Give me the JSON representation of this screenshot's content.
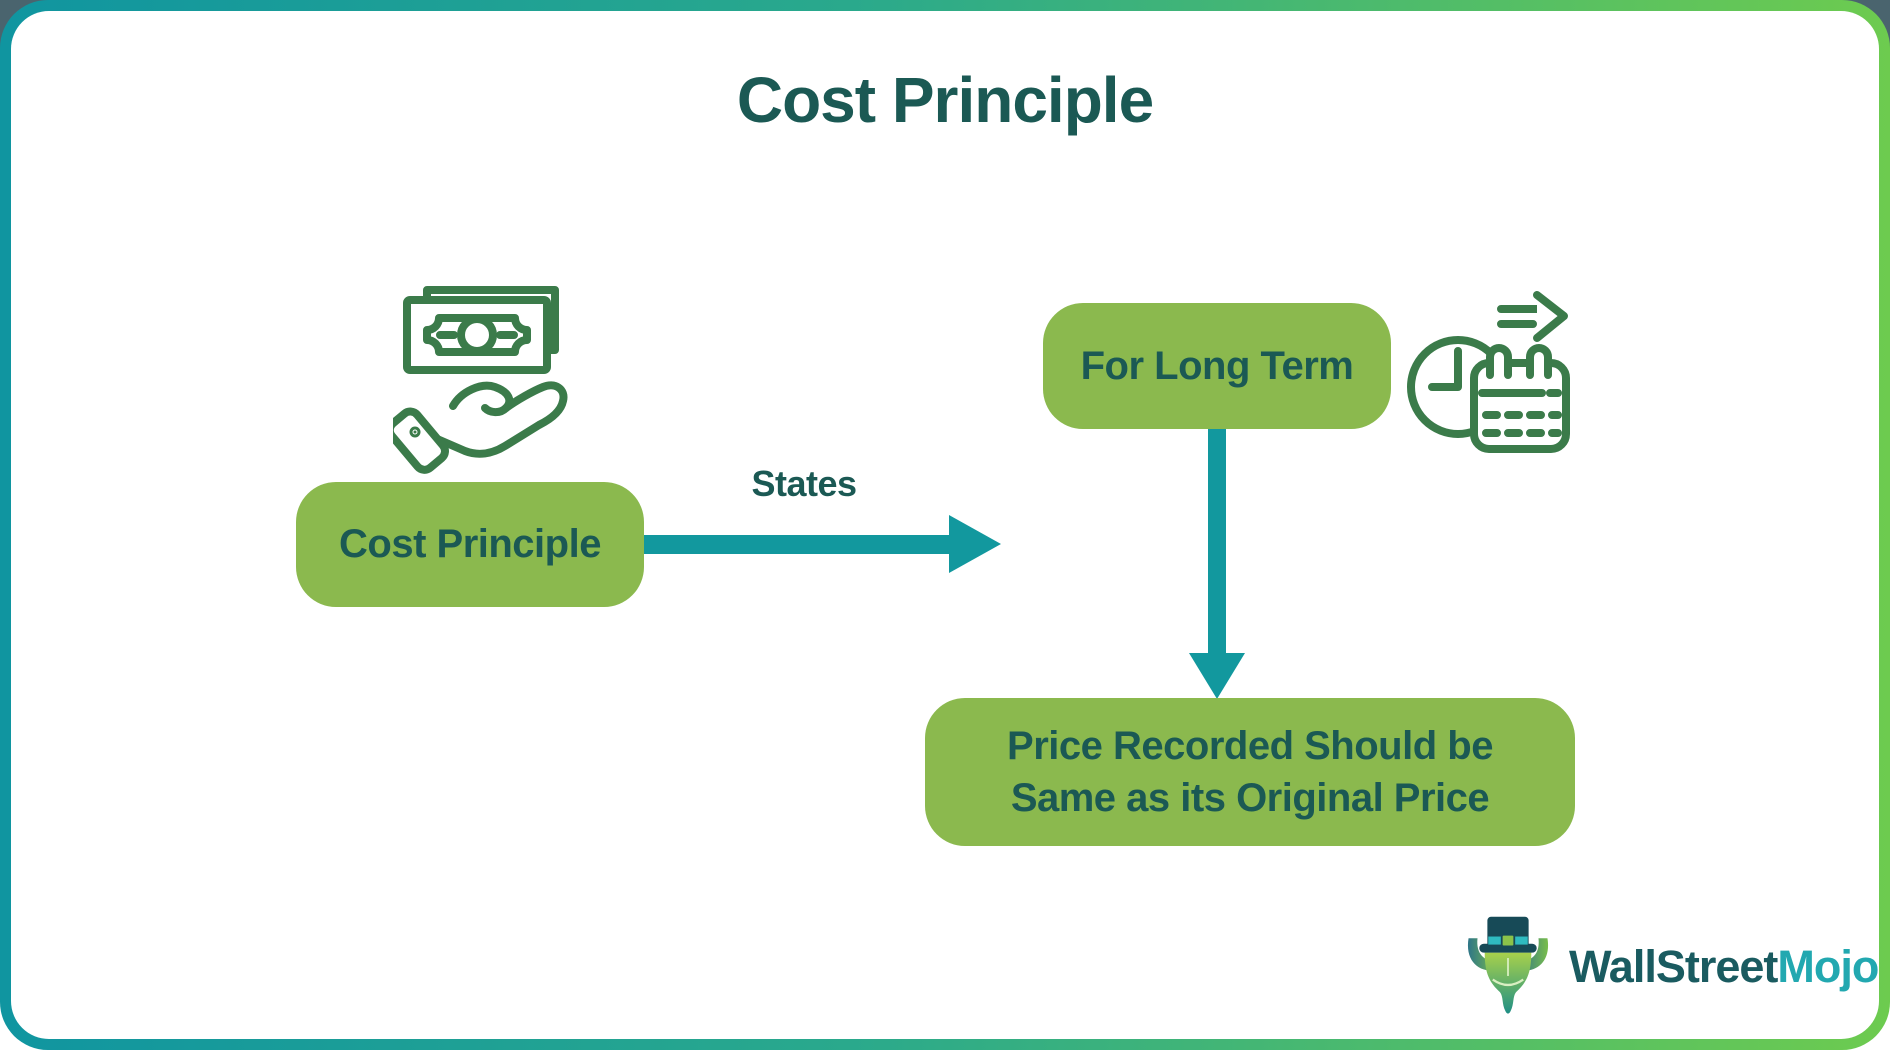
{
  "title": "Cost Principle",
  "diagram": {
    "left_box": {
      "label": "Cost Principle"
    },
    "arrow_label": "States",
    "top_box": {
      "label": "For Long Term"
    },
    "bottom_box": {
      "line1": "Price Recorded Should be",
      "line2": "Same as its Original Price"
    }
  },
  "branding": {
    "wallstreet": "WallStreet",
    "mojo": "Mojo"
  },
  "icons": {
    "money_in_hand": "money-in-hand-icon",
    "clock_calendar_arrow": "clock-calendar-arrow-icon",
    "bull_mascot": "bull-mascot-icon"
  },
  "colors": {
    "box_green": "#8bb94e",
    "arrow_teal": "#12989e",
    "text_dark_teal": "#1b5954",
    "icon_outline_green": "#3b7b4a",
    "border_gradient_start": "#1095a0",
    "border_gradient_end": "#6dcb4f",
    "corner_background": "#4a646e",
    "logo_wallstreet": "#1a5b60",
    "logo_mojo": "#22a8b0"
  }
}
